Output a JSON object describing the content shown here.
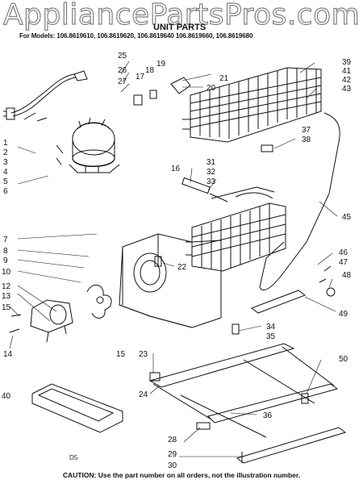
{
  "watermark": "AppliancePartsPros.com",
  "header": {
    "title": "UNIT PARTS",
    "models_line": "For Models: 106.8619610, 106.8619620, 106.8619640   106.8619660, 106.8619680"
  },
  "diagram_id": "D5",
  "caution": "CAUTION: Use the part number on all orders, not the illustration number.",
  "callouts": {
    "n1": "1",
    "n2": "2",
    "n3": "3",
    "n4": "4",
    "n5": "5",
    "n6": "6",
    "n7": "7",
    "n8": "8",
    "n9": "9",
    "n10": "10",
    "n12": "12",
    "n13": "13",
    "n14": "14",
    "n15a": "15",
    "n15b": "15",
    "n16": "16",
    "n17": "17",
    "n18": "18",
    "n19": "19",
    "n20": "20",
    "n21": "21",
    "n22": "22",
    "n23": "23",
    "n24": "24",
    "n25": "25",
    "n26": "26",
    "n27": "27",
    "n28": "28",
    "n29": "29",
    "n30": "30",
    "n31": "31",
    "n32": "32",
    "n33": "33",
    "n34": "34",
    "n35": "35",
    "n36": "36",
    "n37": "37",
    "n38": "38",
    "n39": "39",
    "n40": "40",
    "n41": "41",
    "n42": "42",
    "n43": "43",
    "n45": "45",
    "n46": "46",
    "n47": "47",
    "n48": "48",
    "n49": "49",
    "n50": "50"
  }
}
